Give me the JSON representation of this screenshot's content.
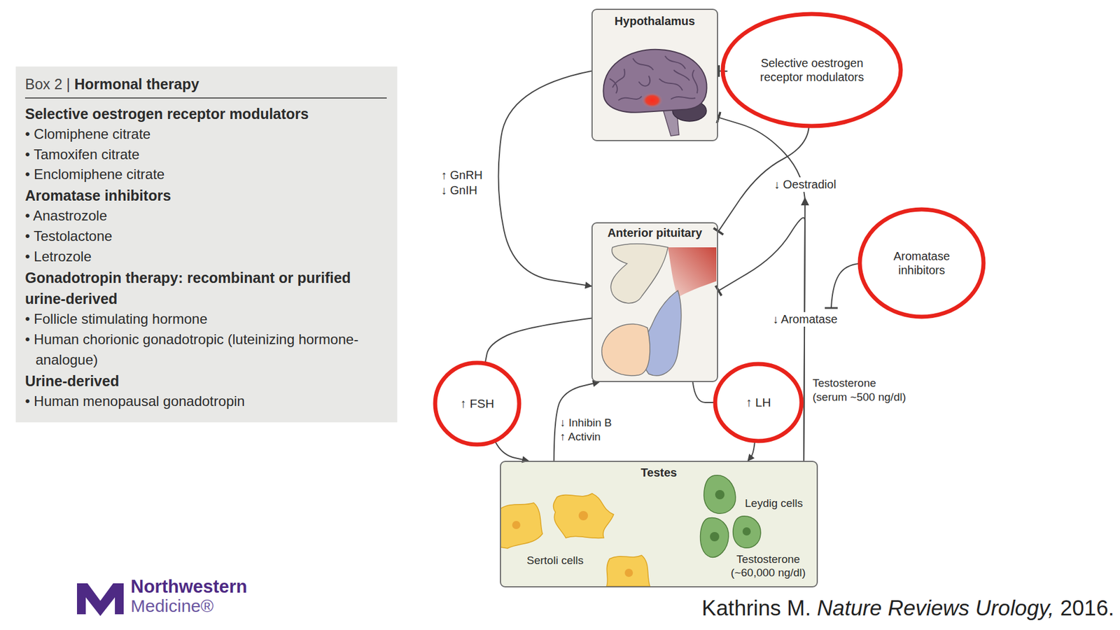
{
  "diagram": {
    "nodes": [
      {
        "text": [
          "Box 2 |",
          "Hormonal therapy",
          "Selective oestrogen receptor modulators",
          "• Clomiphene citrate",
          "• Tamoxifen citrate",
          "• Enclomiphene citrate",
          "Aromatase inhibitors",
          "• Anastrozole",
          "• Testolactone",
          "• Letrozole",
          "Gonadotropin therapy: recombinant or purified urine-derived",
          "• Follicle stimulating hormone",
          "• Human chorionic gonadotropic (luteinizing hormone-analogue)",
          "Urine-derived",
          "• Human menopausal gonadotropin"
        ]
      },
      {
        "text": [
          "Hypothalamus"
        ]
      },
      {
        "text": [
          "Selective oestrogen receptor modulators"
        ]
      },
      {
        "text": [
          "Anterior pituitary"
        ]
      },
      {
        "text": [
          "Aromatase inhibitors"
        ]
      },
      {
        "text": [
          "↑ FSH"
        ]
      },
      {
        "text": [
          "↑ LH"
        ]
      },
      {
        "text": [
          "Testes",
          "Sertoli cells",
          "Leydig cells",
          "Testosterone (~60,000 ng/dl)"
        ]
      }
    ],
    "edges": [
      {
        "from": 1,
        "to": 3,
        "arrow": "to"
      },
      {
        "from": 2,
        "to": 1,
        "arrow": "to"
      },
      {
        "from": 2,
        "to": 3,
        "arrow": "to"
      },
      {
        "from": 7,
        "to": 1,
        "arrow": "to"
      },
      {
        "from": 7,
        "to": 3,
        "arrow": "to"
      },
      {
        "from": 3,
        "to": 5,
        "arrow": "none"
      },
      {
        "from": 5,
        "to": 7,
        "arrow": "to"
      },
      {
        "from": 3,
        "to": 6,
        "arrow": "none"
      },
      {
        "from": 6,
        "to": 7,
        "arrow": "to"
      },
      {
        "from": 7,
        "to": 3,
        "arrow": "to"
      }
    ],
    "labels": [
      "↑ GnRH",
      "↓ GnIH",
      "↓ Oestradiol",
      "↓ Aromatase",
      "Testosterone (serum ~500 ng/dl)",
      "↓ Inhibin B",
      "↑ Activin",
      "Northwestern",
      "Medicine®",
      "Kathrins M.",
      "Nature Reviews Urology,",
      "2016."
    ]
  }
}
